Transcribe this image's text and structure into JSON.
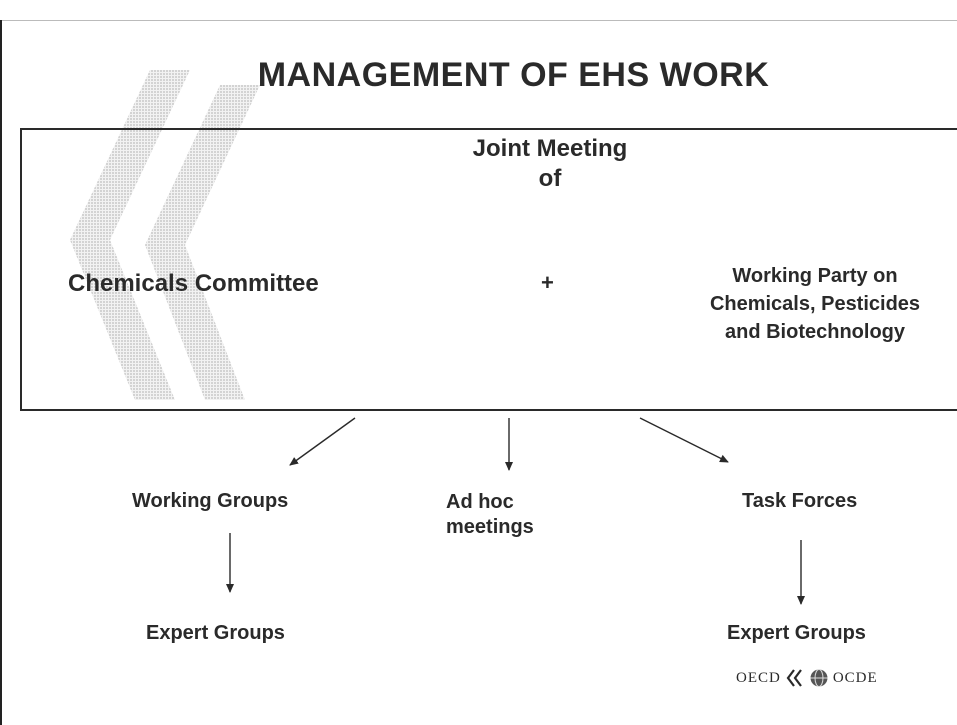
{
  "slide": {
    "title": "MANAGEMENT OF EHS WORK",
    "joint_meeting": [
      "Joint Meeting",
      "of"
    ],
    "left_body": "Chemicals Committee",
    "plus": "+",
    "right_body": [
      "Working Party on",
      "Chemicals, Pesticides",
      "and Biotechnology"
    ],
    "branches": {
      "working_groups": "Working Groups",
      "ad_hoc": [
        "Ad hoc",
        "meetings"
      ],
      "task_forces": "Task Forces",
      "expert_groups_left": "Expert Groups",
      "expert_groups_right": "Expert Groups"
    },
    "logo": {
      "left": "OECD",
      "right": "OCDE"
    }
  },
  "colors": {
    "text": "#2a2a2a",
    "logo_pattern": "#c8c8c8"
  },
  "icons": [
    "oecd-chevron-logo",
    "arrow-icon",
    "globe-icon"
  ]
}
